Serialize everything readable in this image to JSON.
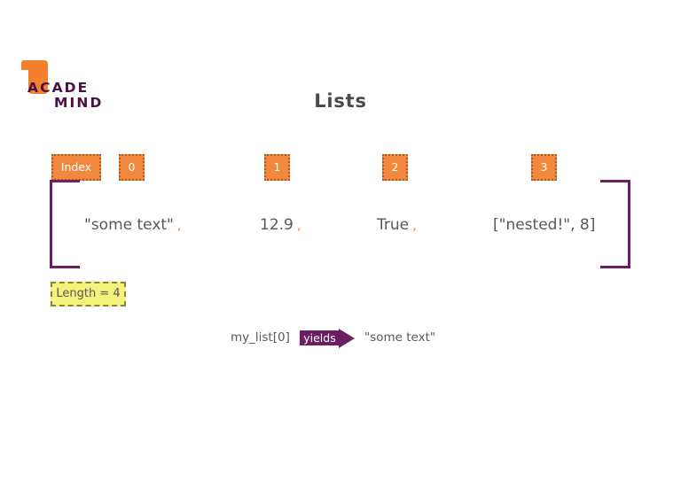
{
  "logo": {
    "line1": "ACADE",
    "line2": "MIND",
    "flag_icon": "bookmark-flag-icon",
    "flag_color": "#F2802C",
    "text_color": "#4A1048"
  },
  "slide": {
    "title": "Lists",
    "title_color": "#4A4A4A",
    "background": "#ffffff"
  },
  "colors": {
    "orange": "#F2883E",
    "orange_border": "#A85A28",
    "purple": "#6B1F62",
    "yellow": "#F5F27C",
    "yellow_border": "#8A8535",
    "text_gray": "#58585B"
  },
  "index_row": {
    "label": "Index",
    "indices": [
      "0",
      "1",
      "2",
      "3"
    ]
  },
  "list": {
    "bracket_open": "[",
    "bracket_close": "]",
    "separator": ",",
    "items": [
      {
        "value": "\"some text\"",
        "separator": ","
      },
      {
        "value": "12.9",
        "separator": ","
      },
      {
        "value": "True",
        "separator": ","
      },
      {
        "value": "[\"nested!\", 8]",
        "separator": ""
      }
    ]
  },
  "length": {
    "label": "Length = 4"
  },
  "annotation": {
    "expression": "my_list[0]",
    "arrow_label": "yields",
    "result": "\"some text\""
  }
}
